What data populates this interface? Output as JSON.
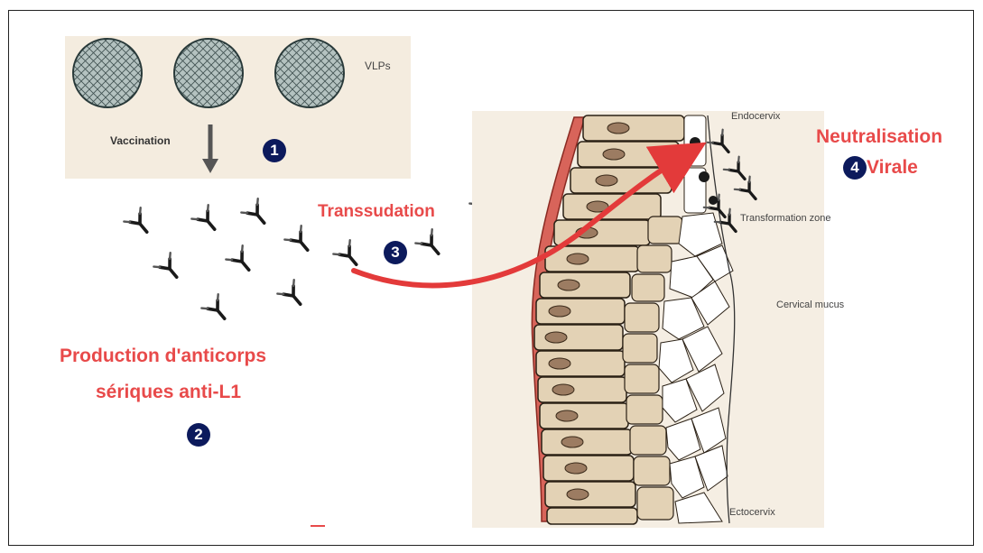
{
  "labels": {
    "vlps": "VLPs",
    "vaccination": "Vaccination",
    "transsudation": "Transsudation",
    "production_line1": "Production d'anticorps",
    "production_line2": "sériques anti-L1",
    "neutralisation_line1": "Neutralisation",
    "neutralisation_line2": "Virale",
    "endocervix": "Endocervix",
    "transformation_zone": "Transformation zone",
    "cervical_mucus": "Cervical mucus",
    "ectocervix": "Ectocervix"
  },
  "steps": [
    "1",
    "2",
    "3",
    "4"
  ],
  "colors": {
    "red_text": "#e84a4a",
    "step_badge": "#0c1a5c",
    "vaccination_panel": "#f4ecdf",
    "tissue_background": "#f5eee3",
    "epithelial_cell": "#e3d2b5",
    "basement_membrane": "#d8645a",
    "arrow": "#e33a3a"
  }
}
